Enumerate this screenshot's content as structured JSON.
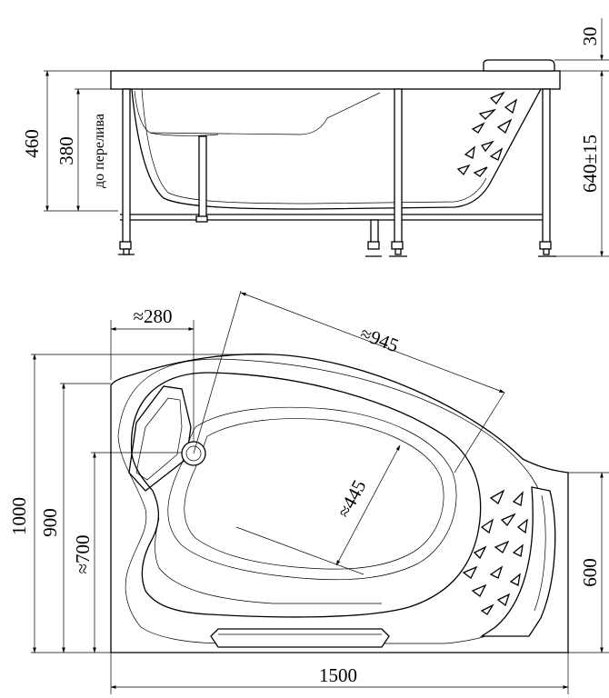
{
  "side_view": {
    "height_total": "460",
    "height_overflow": "380",
    "overflow_note": "до перелива",
    "rim_thickness": "30",
    "floor_height": "640±15"
  },
  "top_view": {
    "width": "1500",
    "depth": "1000",
    "depth_inner": "900",
    "depth_inner2": "≈700",
    "right_side": "600",
    "drain_offset": "≈280",
    "diag_length": "≈945",
    "bowl_width": "≈445"
  }
}
